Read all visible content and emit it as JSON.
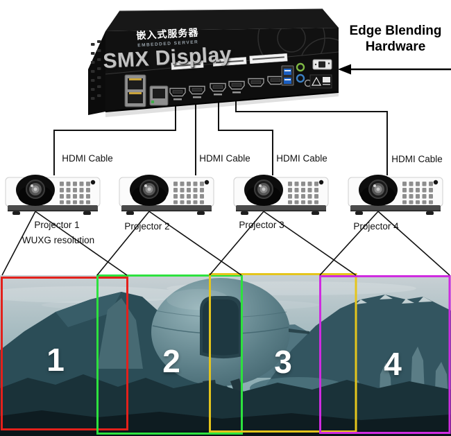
{
  "device": {
    "name_cn": "嵌入式服务器",
    "name_en": "EMBEDDED SERVER",
    "brand": "SMX Display",
    "callout": {
      "line1": "Edge Blending",
      "line2": "Hardware"
    }
  },
  "cables": [
    {
      "label": "HDMI Cable"
    },
    {
      "label": "HDMI Cable"
    },
    {
      "label": "HDMI Cable"
    },
    {
      "label": "HDMI Cable"
    }
  ],
  "projectors": [
    {
      "label": "Projector 1",
      "sublabel": "WUXG resolution",
      "number": "1",
      "frame_color": "#e3201b"
    },
    {
      "label": "Projector 2",
      "number": "2",
      "frame_color": "#2de23e"
    },
    {
      "label": "Projector 3",
      "number": "3",
      "frame_color": "#e5c51c"
    },
    {
      "label": "Projector 4",
      "number": "4",
      "frame_color": "#cf2be0"
    }
  ]
}
